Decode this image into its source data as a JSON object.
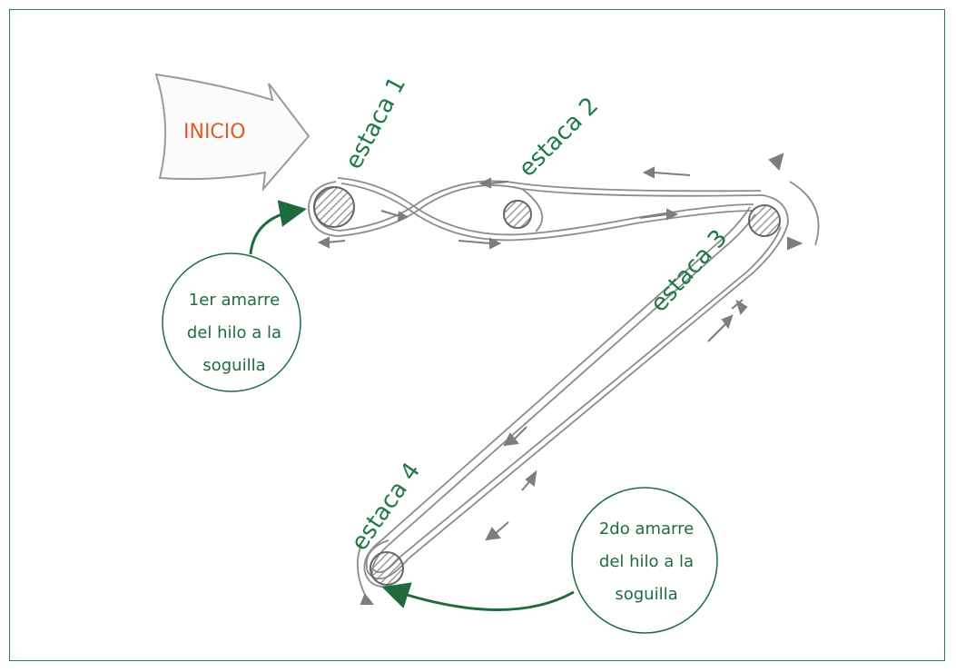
{
  "start_label": "INICIO",
  "stakes": [
    {
      "label": "estaca 1"
    },
    {
      "label": "estaca 2"
    },
    {
      "label": "estaca 3"
    },
    {
      "label": "estaca 4"
    }
  ],
  "notes": {
    "first_tie": [
      "1er amarre",
      "del hilo a la",
      "soguilla"
    ],
    "second_tie": [
      "2do amarre",
      "del hilo a la",
      "soguilla"
    ]
  },
  "colors": {
    "frame": "#2e7d4f",
    "label_green": "#1f7a47",
    "start_orange": "#e05a2a",
    "sketch_gray": "#7a7a7a"
  }
}
